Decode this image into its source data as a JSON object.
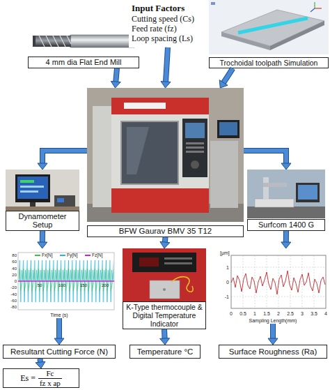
{
  "diagram": {
    "nodes": [
      {
        "text": [
          "4 mm dia Flat End Mill"
        ]
      },
      {
        "text": [
          "Input Factors",
          "Cutting speed (Cs)",
          "Feed rate (fz)",
          "Loop spacing (Ls)"
        ]
      },
      {
        "text": [
          "Trochoidal toolpath Simulation"
        ]
      },
      {
        "text": [
          "BFW Gaurav BMV 35 T12"
        ]
      },
      {
        "text": [
          "Dynamometer Setup"
        ]
      },
      {
        "text": [
          "Surfcom 1400 G"
        ]
      },
      {
        "text": [
          "Time (s)"
        ]
      },
      {
        "text": [
          "K-Type thermocouple & Digital Temperature Indicator"
        ]
      },
      {
        "text": [
          "Sampling Length(mm)"
        ]
      },
      {
        "text": [
          "Resultant Cutting Force (N)"
        ]
      },
      {
        "text": [
          "Temperature °C"
        ]
      },
      {
        "text": [
          "Surface Roughness (Ra)"
        ]
      },
      {
        "text": [
          "Es =",
          "Fc",
          "fz x ap"
        ]
      }
    ],
    "edges": [
      {
        "from": 0,
        "to": 3,
        "arrow": "to"
      },
      {
        "from": 1,
        "to": 3,
        "arrow": "to"
      },
      {
        "from": 2,
        "to": 3,
        "arrow": "to"
      },
      {
        "from": 3,
        "to": 4,
        "arrow": "to"
      },
      {
        "from": 3,
        "to": 7,
        "arrow": "to"
      },
      {
        "from": 3,
        "to": 5,
        "arrow": "to"
      },
      {
        "from": 4,
        "to": 6,
        "arrow": "to"
      },
      {
        "from": 6,
        "to": 9,
        "arrow": "to"
      },
      {
        "from": 9,
        "to": 12,
        "arrow": "to"
      },
      {
        "from": 7,
        "to": 10,
        "arrow": "to"
      },
      {
        "from": 5,
        "to": 8,
        "arrow": "to"
      },
      {
        "from": 8,
        "to": 11,
        "arrow": "to"
      }
    ],
    "labels": [
      "80",
      "60",
      "40",
      "20",
      "0",
      "-20",
      "-40",
      "-60",
      "-80",
      "50",
      "100",
      "150",
      "200",
      "[μm]",
      "1",
      "0",
      "-1",
      "0",
      "0.5",
      "1",
      "1.5",
      "2",
      "2.5",
      "3",
      "3.5",
      "4"
    ],
    "legend": [
      {
        "text": "Fx[N]"
      },
      {
        "text": "Fy[N]"
      },
      {
        "text": "Fz[N]"
      }
    ]
  }
}
